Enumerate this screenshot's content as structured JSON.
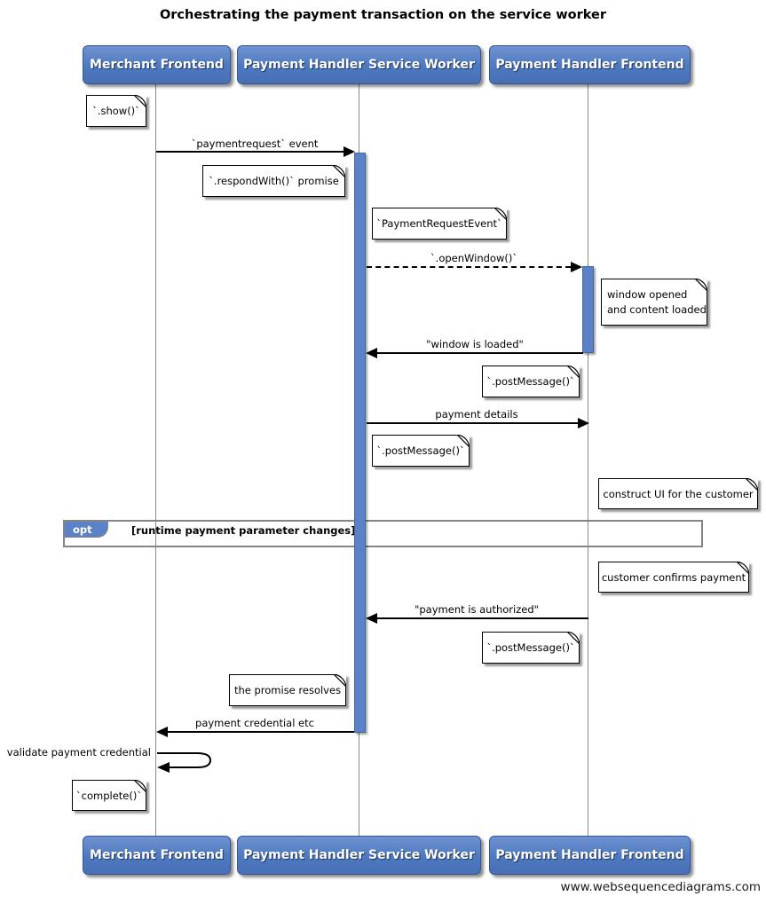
{
  "title": "Orchestrating the payment transaction on the service worker",
  "footer": "www.websequencediagrams.com",
  "colors": {
    "actor_blue": "#4d79c0",
    "actor_border": "#33569b",
    "activation_blue": "#5b82c9",
    "opt_tab_blue": "#5b82c6",
    "frame_gray": "#848484",
    "lifeline_gray": "#8c8c8c"
  },
  "actors": {
    "merchant": "Merchant Frontend",
    "service_worker": "Payment Handler Service Worker",
    "handler_frontend": "Payment Handler Frontend"
  },
  "messages": {
    "payment_request": "`paymentrequest` event",
    "open_window": "`.openWindow()`",
    "window_loaded": "\"window is loaded\"",
    "payment_details": "payment details",
    "payment_authorized": "\"payment is authorized\"",
    "payment_credential": "payment credential etc",
    "validate_credential": "validate payment credential"
  },
  "notes": {
    "show": "`.show()`",
    "respond_with": "`.respondWith()` promise",
    "payment_request_event": "`PaymentRequestEvent`",
    "window_opened_line1": "window opened",
    "window_opened_line2": "and content loaded",
    "post_message_1": "`.postMessage()`",
    "post_message_2": "`.postMessage()`",
    "construct_ui": "construct UI for the customer",
    "customer_confirms": "customer confirms payment",
    "post_message_3": "`.postMessage()`",
    "promise_resolves": "the promise resolves",
    "complete": "`complete()`"
  },
  "opt_frame": {
    "tag": "opt",
    "condition": "[runtime payment parameter changes]"
  }
}
